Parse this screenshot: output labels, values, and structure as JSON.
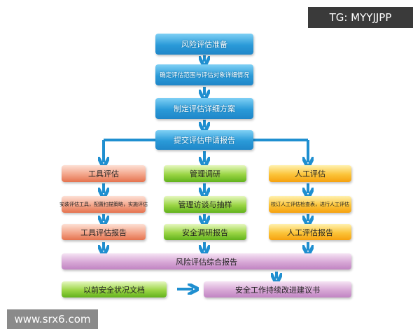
{
  "watermarks": {
    "top_right": "TG: MYYJJPP",
    "bottom_left": "www.srx6.com"
  },
  "colors": {
    "arrow": "#1f8fd0"
  },
  "main_flow": [
    "风险评估准备",
    "确定评估范围与评估对象详细情况",
    "制定评估详细方案",
    "提交评估申请报告"
  ],
  "branches": {
    "tool": [
      "工具评估",
      "安装评估工具，配置扫描策略，实施评估",
      "工具评估报告"
    ],
    "management": [
      "管理调研",
      "管理访谈与抽样",
      "安全调研报告"
    ],
    "manual": [
      "人工评估",
      "校订人工评估检查表，进行人工评估",
      "人工评估报告"
    ]
  },
  "summary": "风险评估综合报告",
  "previous_docs": "以前安全状况文档",
  "improvement": "安全工作持续改进建议书"
}
